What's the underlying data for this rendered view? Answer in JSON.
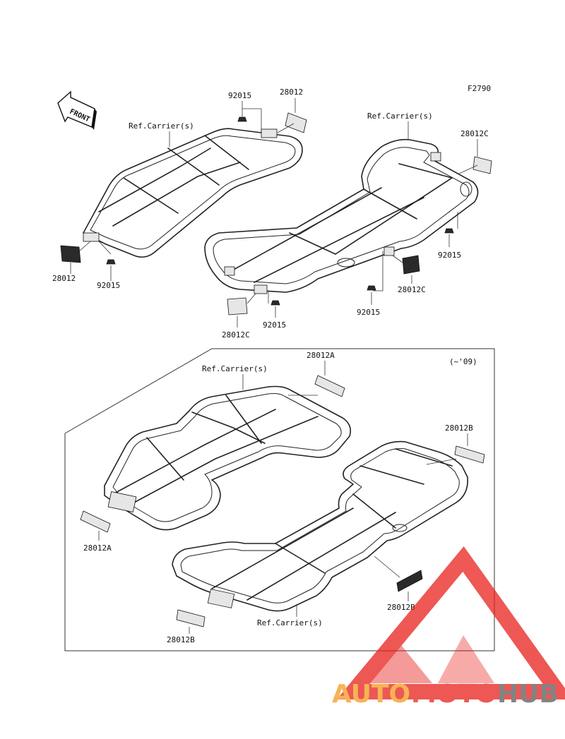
{
  "figure_code": "F2790",
  "front_arrow_label": "FRONT",
  "era_note": "(~'09)",
  "upper": {
    "left_carrier_ref": "Ref.Carrier(s)",
    "right_carrier_ref": "Ref.Carrier(s)",
    "label_92015_a": "92015",
    "label_28012_a": "28012",
    "label_28012_b": "28012",
    "label_92015_b": "92015",
    "label_28012C_a": "28012C",
    "label_92015_c": "92015",
    "label_28012C_b": "28012C",
    "label_92015_d": "92015",
    "label_28012C_c": "28012C",
    "label_92015_e": "92015"
  },
  "lower": {
    "top_carrier_ref": "Ref.Carrier(s)",
    "bottom_carrier_ref": "Ref.Carrier(s)",
    "label_28012A_a": "28012A",
    "label_28012B_a": "28012B",
    "label_28012A_b": "28012A",
    "label_28012B_b": "28012B",
    "label_28012B_c": "28012B"
  },
  "watermark": {
    "part1": "AUTO",
    "part2": "MOTO",
    "part3": "HUB",
    "color_red": "#e8201c",
    "color_orange": "#f39a1b",
    "color_gray": "#5a5a5a"
  }
}
